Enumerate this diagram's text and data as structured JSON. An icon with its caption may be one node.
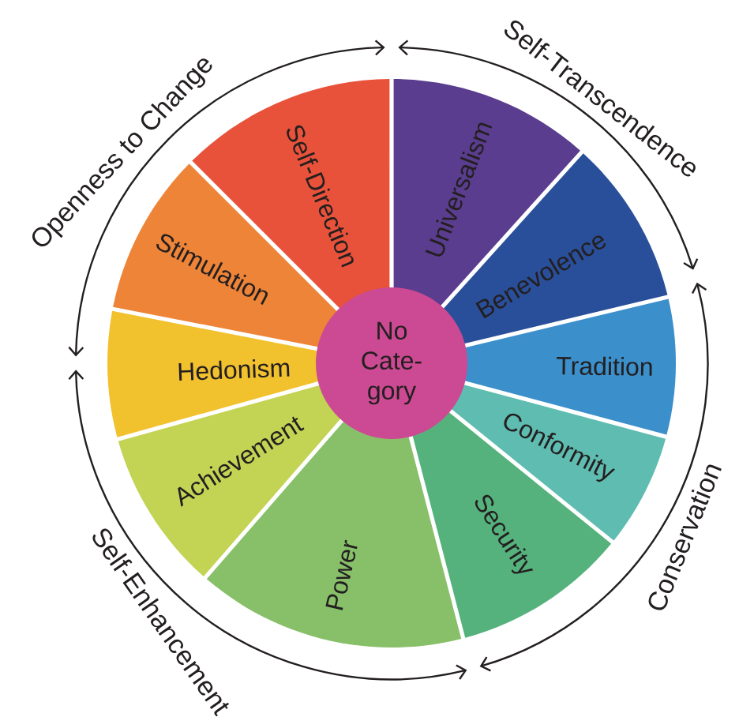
{
  "diagram": {
    "nodes": [
      {
        "text": [
          "No Cate- gory"
        ]
      },
      {
        "text": [
          "Self-Direction"
        ]
      },
      {
        "text": [
          "Universalism"
        ]
      },
      {
        "text": [
          "Benevolence"
        ]
      },
      {
        "text": [
          "Tradition"
        ]
      },
      {
        "text": [
          "Conformity"
        ]
      },
      {
        "text": [
          "Security"
        ]
      },
      {
        "text": [
          "Power"
        ]
      },
      {
        "text": [
          "Achievement"
        ]
      },
      {
        "text": [
          "Hedonism"
        ]
      },
      {
        "text": [
          "Stimulation"
        ]
      }
    ],
    "labels": [
      "Openness to Change",
      "Self-Transcendence",
      "Conservation",
      "Self-Enhancement"
    ]
  }
}
